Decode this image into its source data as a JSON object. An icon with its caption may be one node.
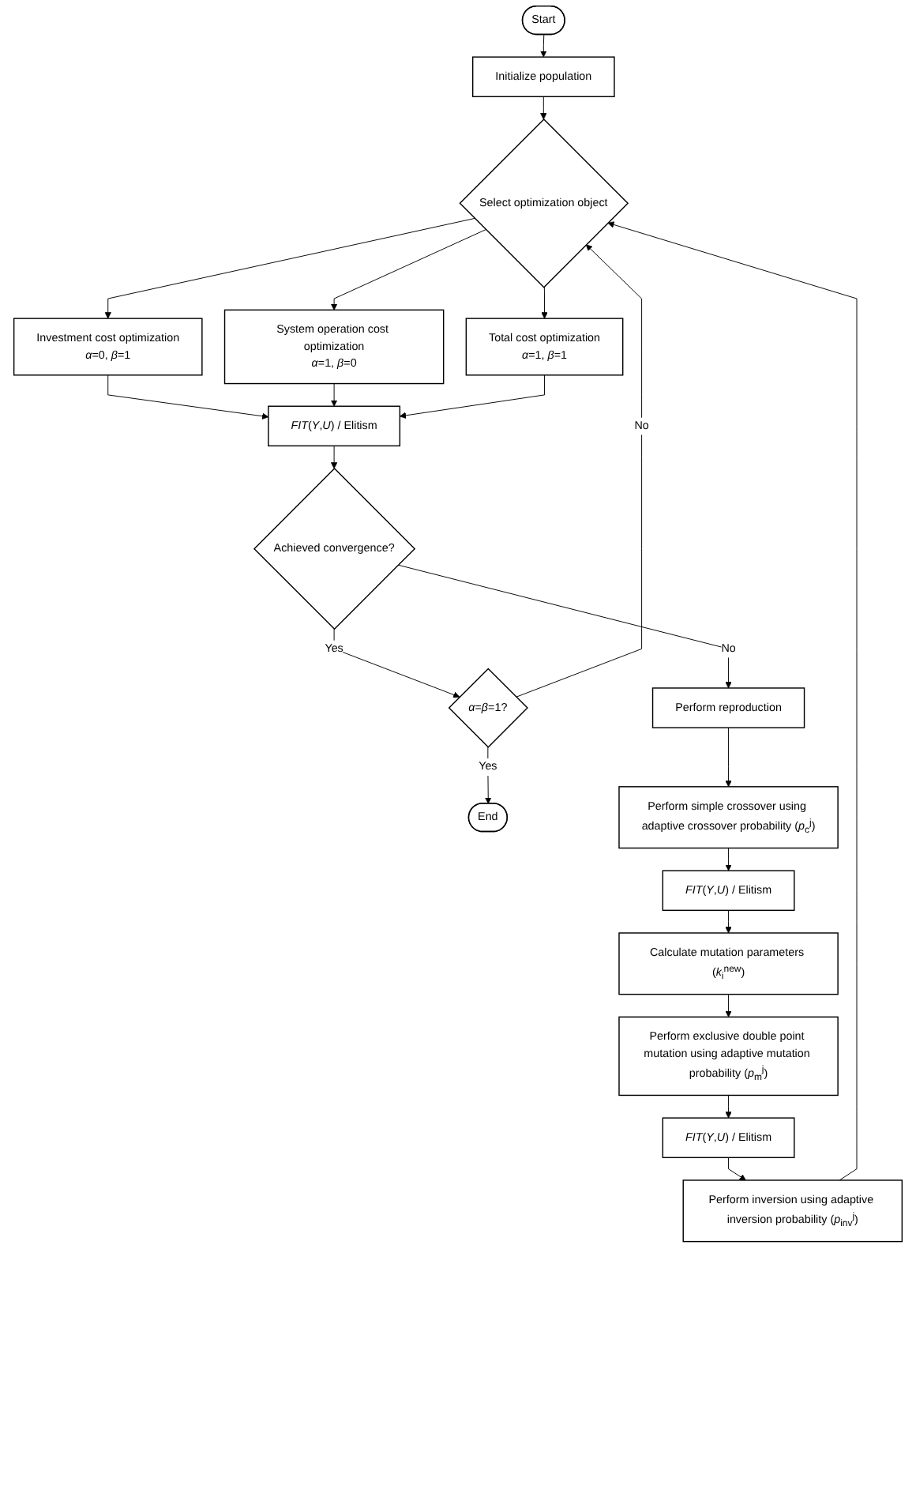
{
  "diagram": {
    "nodes": [
      {
        "text": [
          "Start"
        ]
      },
      {
        "text": [
          "Initialize population"
        ]
      },
      {
        "text": [
          "Select optimization object"
        ]
      },
      {
        "text": [
          "Investment cost optimization",
          "*α*=0, *β*=1"
        ]
      },
      {
        "text": [
          "System operation cost optimization",
          "*α*=1, *β*=0"
        ]
      },
      {
        "text": [
          "Total cost optimization",
          "*α*=1, *β*=1"
        ]
      },
      {
        "text": [
          "*FIT*(*Y*,*U*) / Elitism"
        ]
      },
      {
        "text": [
          "Achieved convergence?"
        ]
      },
      {
        "text": [
          "*α*=*β*=1?"
        ]
      },
      {
        "text": [
          "End"
        ]
      },
      {
        "text": [
          "Perform reproduction"
        ]
      },
      {
        "text": [
          "Perform simple crossover using adaptive crossover probability (*p*$_{c}$$^{j}$)"
        ]
      },
      {
        "text": [
          "*FIT*(*Y*,*U*) / Elitism"
        ]
      },
      {
        "text": [
          "Calculate mutation parameters (*k*$_{i}$$^{new}$)"
        ]
      },
      {
        "text": [
          "Perform exclusive double point mutation using adaptive mutation probability (*p*$_{m}$$^{j}$)"
        ]
      },
      {
        "text": [
          "*FIT*(*Y*,*U*) / Elitism"
        ]
      },
      {
        "text": [
          "Perform inversion using adaptive inversion probability (*p*$_{inv}$$^{j}$)"
        ]
      }
    ],
    "edges": [
      {
        "from": 0,
        "to": 1,
        "arrow": "to"
      },
      {
        "from": 1,
        "to": 2,
        "arrow": "to"
      },
      {
        "from": 2,
        "to": 3,
        "arrow": "to"
      },
      {
        "from": 2,
        "to": 4,
        "arrow": "to"
      },
      {
        "from": 2,
        "to": 5,
        "arrow": "to"
      },
      {
        "from": 3,
        "to": 6,
        "arrow": "to"
      },
      {
        "from": 4,
        "to": 6,
        "arrow": "to"
      },
      {
        "from": 5,
        "to": 6,
        "arrow": "to"
      },
      {
        "from": 6,
        "to": 7,
        "arrow": "to"
      },
      {
        "from": 7,
        "to": 8,
        "arrow": "to",
        "label": "Yes"
      },
      {
        "from": 8,
        "to": 9,
        "arrow": "to",
        "label": "Yes"
      },
      {
        "from": 8,
        "to": 2,
        "arrow": "to",
        "label": "No"
      },
      {
        "from": 7,
        "to": 10,
        "arrow": "to",
        "label": "No"
      },
      {
        "from": 10,
        "to": 11,
        "arrow": "to"
      },
      {
        "from": 11,
        "to": 12,
        "arrow": "to"
      },
      {
        "from": 12,
        "to": 13,
        "arrow": "to"
      },
      {
        "from": 13,
        "to": 14,
        "arrow": "to"
      },
      {
        "from": 14,
        "to": 15,
        "arrow": "to"
      },
      {
        "from": 15,
        "to": 16,
        "arrow": "to"
      },
      {
        "from": 16,
        "to": 2,
        "arrow": "to"
      }
    ]
  }
}
